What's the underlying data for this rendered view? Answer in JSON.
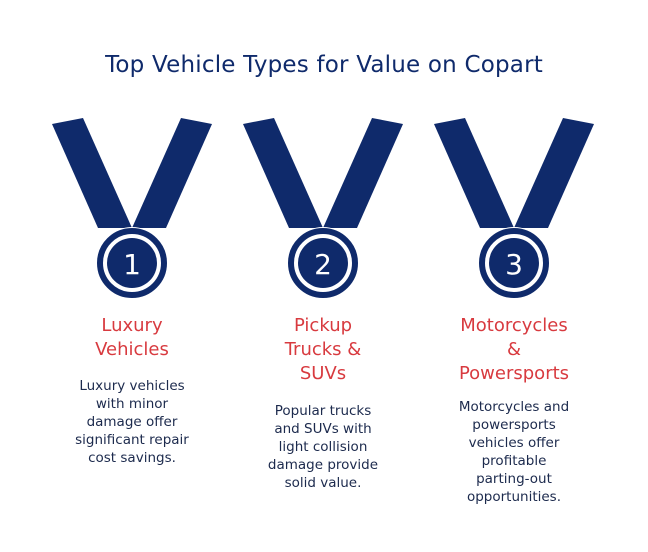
{
  "title": "Top Vehicle Types for Value on Copart",
  "colors": {
    "title": "#0f2a6b",
    "ribbon": "#0f2a6b",
    "medal_ring": "#0f2a6b",
    "item_title": "#d83a3f",
    "description": "#1c2a4d"
  },
  "items": [
    {
      "number": "1",
      "title_lines": [
        "Luxury",
        "Vehicles"
      ],
      "description_lines": [
        "Luxury vehicles",
        "with minor",
        "damage offer",
        "significant repair",
        "cost savings."
      ]
    },
    {
      "number": "2",
      "title_lines": [
        "Pickup",
        "Trucks &",
        "SUVs"
      ],
      "description_lines": [
        "Popular trucks",
        "and SUVs with",
        "light collision",
        "damage provide",
        "solid value."
      ]
    },
    {
      "number": "3",
      "title_lines": [
        "Motorcycles",
        "&",
        "Powersports"
      ],
      "description_lines": [
        "Motorcycles and",
        "powersports",
        "vehicles offer",
        "profitable",
        "parting-out",
        "opportunities."
      ]
    }
  ]
}
